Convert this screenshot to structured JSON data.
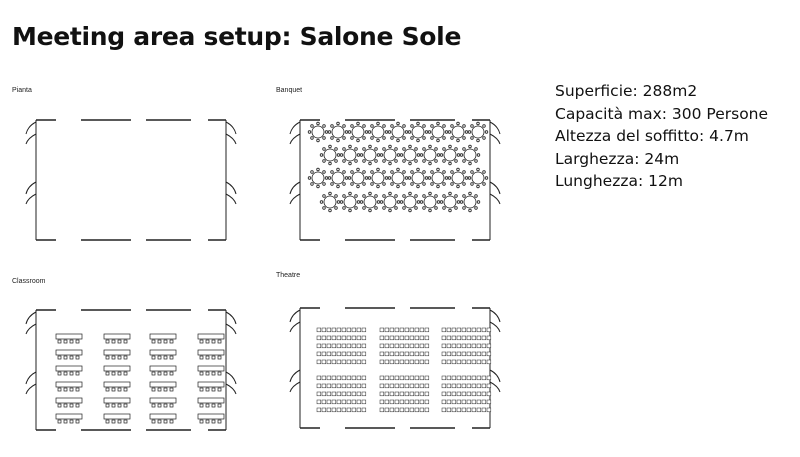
{
  "title": "Meeting area setup: Salone Sole",
  "plans": {
    "pianta": "Pianta",
    "banquet": "Banquet",
    "classroom": "Classroom",
    "theatre": "Theatre"
  },
  "specs": {
    "superficie": "Superficie: 288m2",
    "capacita": "Capacità max: 300 Persone",
    "altezza": "Altezza del soffitto: 4.7m",
    "larghezza": "Larghezza: 24m",
    "lunghezza": "Lunghezza: 12m"
  }
}
